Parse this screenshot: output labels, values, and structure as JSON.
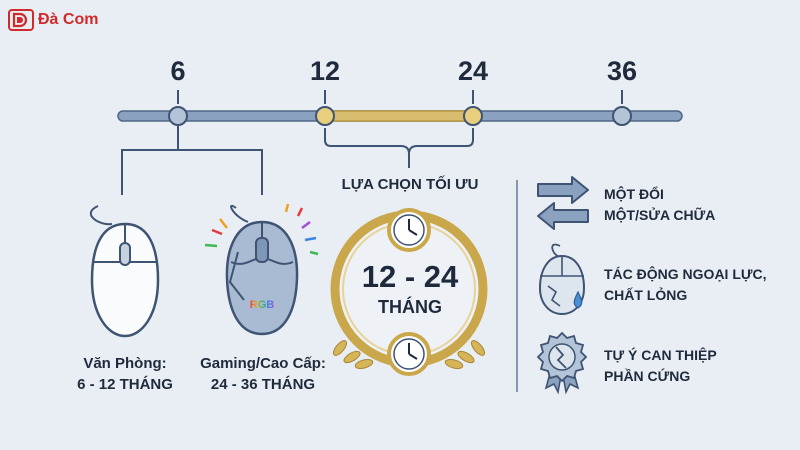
{
  "brand": {
    "logo_text": "Đà Com"
  },
  "timeline": {
    "ticks": [
      "6",
      "12",
      "24",
      "36"
    ],
    "highlight_label": "LỰA CHỌN TỐI ƯU",
    "highlight_range": "12 - 24",
    "highlight_unit": "THÁNG"
  },
  "mice": {
    "office": {
      "line1": "Văn Phòng:",
      "line2": "6 - 12 THÁNG"
    },
    "gaming": {
      "line1": "Gaming/Cao Cấp:",
      "line2": "24 - 36 THÁNG",
      "badge": "RGB"
    }
  },
  "factors": [
    {
      "icon": "exchange-arrows-icon",
      "line1": "MỘT ĐỔI",
      "line2": "MỘT/SỬA CHỮA"
    },
    {
      "icon": "cracked-mouse-liquid-icon",
      "line1": "TÁC ĐỘNG NGOẠI LỰC,",
      "line2": "CHẤT LỎNG"
    },
    {
      "icon": "broken-seal-icon",
      "line1": "TỰ Ý CAN THIỆP",
      "line2": "PHẦN CỨNG"
    }
  ],
  "colors": {
    "track": "#5a7394",
    "highlight": "#c9a74a",
    "text": "#1f2a3c",
    "logo": "#d12a2a",
    "arrow": "#5a7394",
    "rgb": [
      "#e23b3b",
      "#f0a020",
      "#3cba54",
      "#3b82e2",
      "#a050d0"
    ]
  }
}
